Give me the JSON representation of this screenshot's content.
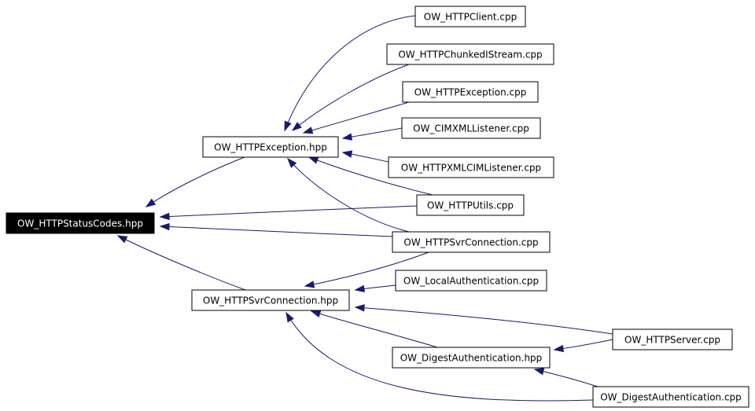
{
  "diagram": {
    "colors": {
      "edge": "#191970",
      "focus_fill": "#000000",
      "focus_text": "#ffffff",
      "box_stroke": "#000000"
    },
    "nodes": [
      {
        "id": "status_codes_hpp",
        "label": "OW_HTTPStatusCodes.hpp",
        "focus": true
      },
      {
        "id": "exception_hpp",
        "label": "OW_HTTPException.hpp"
      },
      {
        "id": "svrconn_hpp",
        "label": "OW_HTTPSvrConnection.hpp"
      },
      {
        "id": "client_cpp",
        "label": "OW_HTTPClient.cpp"
      },
      {
        "id": "chunked_cpp",
        "label": "OW_HTTPChunkedIStream.cpp"
      },
      {
        "id": "exception_cpp",
        "label": "OW_HTTPException.cpp"
      },
      {
        "id": "cimxml_cpp",
        "label": "OW_CIMXMLListener.cpp"
      },
      {
        "id": "xmlcim_cpp",
        "label": "OW_HTTPXMLCIMListener.cpp"
      },
      {
        "id": "utils_cpp",
        "label": "OW_HTTPUtils.cpp"
      },
      {
        "id": "svrconn_cpp",
        "label": "OW_HTTPSvrConnection.cpp"
      },
      {
        "id": "localauth_cpp",
        "label": "OW_LocalAuthentication.cpp"
      },
      {
        "id": "server_cpp",
        "label": "OW_HTTPServer.cpp"
      },
      {
        "id": "digest_hpp",
        "label": "OW_DigestAuthentication.hpp"
      },
      {
        "id": "digest_cpp",
        "label": "OW_DigestAuthentication.cpp"
      }
    ],
    "edges": [
      {
        "from": "exception_hpp",
        "to": "status_codes_hpp"
      },
      {
        "from": "utils_cpp",
        "to": "status_codes_hpp"
      },
      {
        "from": "svrconn_cpp",
        "to": "status_codes_hpp"
      },
      {
        "from": "svrconn_hpp",
        "to": "status_codes_hpp"
      },
      {
        "from": "client_cpp",
        "to": "exception_hpp"
      },
      {
        "from": "chunked_cpp",
        "to": "exception_hpp"
      },
      {
        "from": "exception_cpp",
        "to": "exception_hpp"
      },
      {
        "from": "cimxml_cpp",
        "to": "exception_hpp"
      },
      {
        "from": "xmlcim_cpp",
        "to": "exception_hpp"
      },
      {
        "from": "utils_cpp",
        "to": "exception_hpp"
      },
      {
        "from": "svrconn_cpp",
        "to": "exception_hpp"
      },
      {
        "from": "svrconn_cpp",
        "to": "svrconn_hpp"
      },
      {
        "from": "localauth_cpp",
        "to": "svrconn_hpp"
      },
      {
        "from": "server_cpp",
        "to": "svrconn_hpp"
      },
      {
        "from": "digest_hpp",
        "to": "svrconn_hpp"
      },
      {
        "from": "digest_cpp",
        "to": "svrconn_hpp"
      },
      {
        "from": "server_cpp",
        "to": "digest_hpp"
      },
      {
        "from": "digest_cpp",
        "to": "digest_hpp"
      }
    ]
  }
}
